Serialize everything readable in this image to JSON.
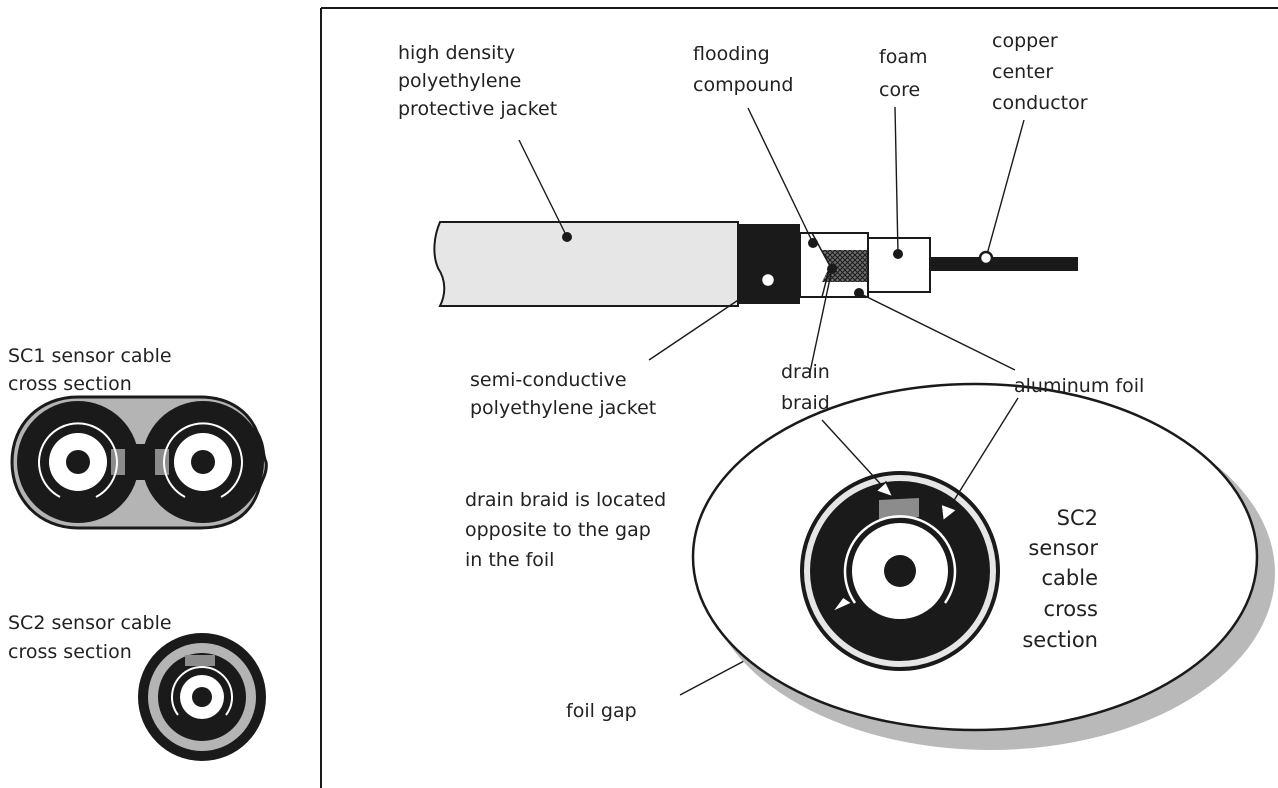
{
  "colors": {
    "ink": "#1a1a1a",
    "jacket_gray": "#e6e6e6",
    "mid_gray": "#b4b4b4",
    "braid_gray": "#8c8c8c",
    "shadow_gray": "#b9b9b9",
    "white": "#ffffff"
  },
  "labels": {
    "hdpe_jacket": [
      "high density",
      "polyethylene",
      "protective jacket"
    ],
    "flooding_compound": [
      "flooding",
      "compound"
    ],
    "foam_core": [
      "foam",
      "core"
    ],
    "copper_conductor": [
      "copper",
      "center",
      "conductor"
    ],
    "semi_conductive_jacket": [
      "semi-conductive",
      "polyethylene jacket"
    ],
    "drain_braid": [
      "drain",
      "braid"
    ],
    "aluminum_foil": "aluminum foil",
    "braid_note": [
      "drain braid is located",
      "opposite to the gap",
      "in the foil"
    ],
    "sc2_detail_title": [
      "SC2",
      "sensor",
      "cable",
      "cross",
      "section"
    ],
    "foil_gap": "foil gap",
    "sc1_side_title": [
      "SC1 sensor cable",
      "cross section"
    ],
    "sc2_side_title": [
      "SC2 sensor cable",
      "cross section"
    ]
  }
}
